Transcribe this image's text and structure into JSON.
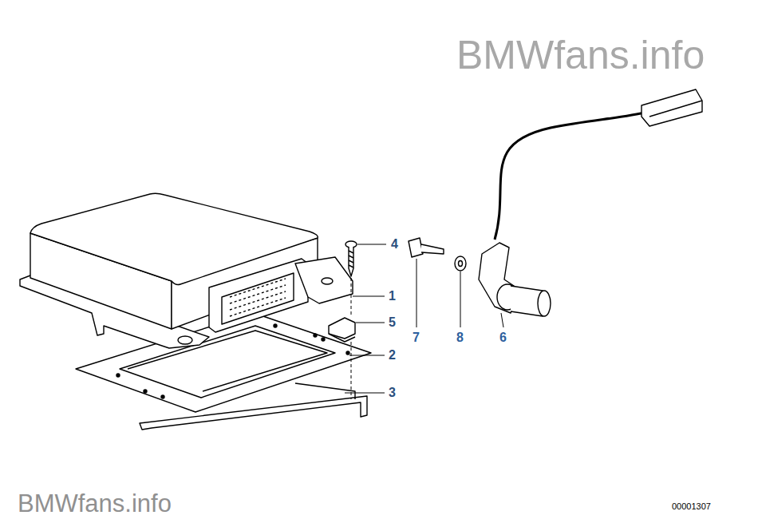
{
  "diagram": {
    "labels": [
      "BMWfans.info",
      "4",
      "1",
      "5",
      "2",
      "3",
      "7",
      "8",
      "6",
      "BMWfans.info",
      "00001307"
    ]
  }
}
